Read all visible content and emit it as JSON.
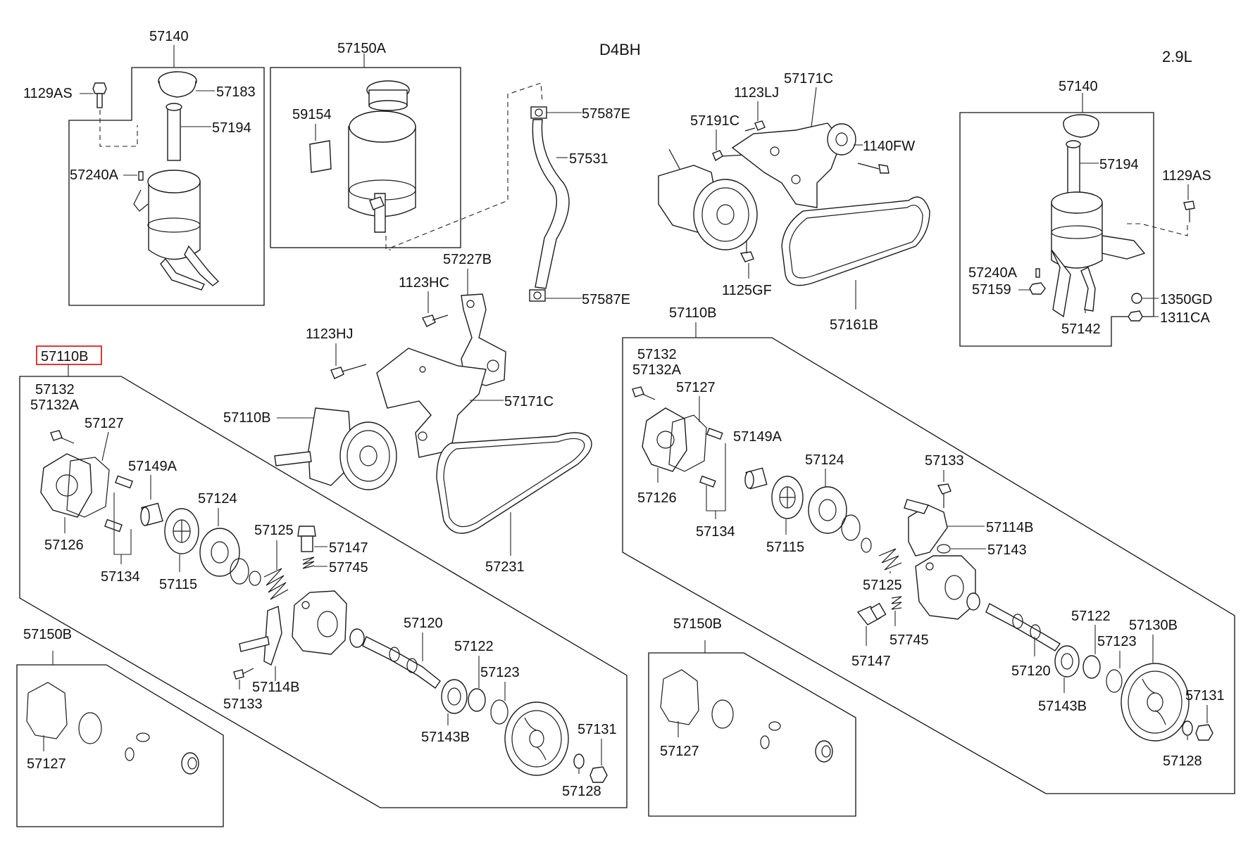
{
  "header": {
    "engine_code": "D4BH",
    "displacement": "2.9L"
  },
  "left_reservoir": {
    "labels": {
      "assy": "57140",
      "bolt": "1129AS",
      "cap": "57183",
      "tube": "57194",
      "pin": "57240A"
    }
  },
  "filter_reservoir": {
    "labels": {
      "assy": "57150A",
      "element": "59154"
    }
  },
  "hose": {
    "labels": {
      "clamp_top": "57587E",
      "hose": "57531",
      "clamp_bottom": "57587E"
    }
  },
  "center_bracket": {
    "labels": {
      "bracket": "57227B",
      "bolt_hc": "1123HC",
      "bolt_hj": "1123HJ",
      "bracket_assy": "57171C",
      "pump": "57110B",
      "belt": "57231"
    }
  },
  "right_bracket": {
    "labels": {
      "bolt_lj": "1123LJ",
      "bracket": "57171C",
      "bolt_191c": "57191C",
      "bolt_fw": "1140FW",
      "bolt_gf": "1125GF",
      "belt": "57161B"
    }
  },
  "right_reservoir": {
    "labels": {
      "assy": "57140",
      "tube": "57194",
      "bolt": "1129AS",
      "pin": "57240A",
      "nut_159": "57159",
      "nut_gd": "1350GD",
      "nut_ca": "1311CA",
      "hose": "57142"
    }
  },
  "left_pump": {
    "labels": {
      "assy": "57110B",
      "bolt_a": "57132",
      "bolt_b": "57132A",
      "gasket": "57127",
      "bushing": "57149A",
      "cover": "57126",
      "pin": "57134",
      "rotor": "57115",
      "cam": "57124",
      "spring": "57125",
      "valve": "57147",
      "spring2": "57745",
      "shaft": "57120",
      "connector": "57114B",
      "bolt_133": "57133",
      "seal": "57122",
      "ring": "57123",
      "bearing": "57143B",
      "pulley_nut": "57131",
      "washer": "57128"
    }
  },
  "left_kit": {
    "labels": {
      "assy": "57150B",
      "gasket": "57127"
    }
  },
  "right_pump": {
    "labels": {
      "assy": "57110B",
      "bolt_a": "57132",
      "bolt_b": "57132A",
      "gasket": "57127",
      "bushing": "57149A",
      "cover": "57126",
      "rotor": "57124",
      "pin": "57134",
      "cam": "57115",
      "bolt_133": "57133",
      "connector": "57114B",
      "oring": "57143",
      "spring": "57125",
      "valve": "57147",
      "spring2": "57745",
      "shaft": "57120",
      "seal": "57122",
      "pulley": "57130B",
      "ring": "57123",
      "pulley_nut": "57131",
      "bearing": "57143B",
      "washer": "57128"
    }
  },
  "right_kit": {
    "labels": {
      "assy": "57150B",
      "gasket": "57127"
    }
  },
  "highlight": {
    "selected_part": "57110B",
    "color": "#e02020"
  }
}
